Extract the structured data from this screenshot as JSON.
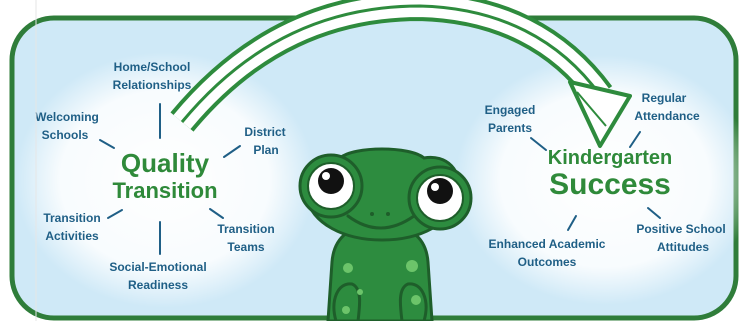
{
  "left_hub": {
    "title_line1": "Quality",
    "title_line2": "Transition",
    "items": [
      {
        "line1": "Home/School",
        "line2": "Relationships"
      },
      {
        "line1": "Welcoming",
        "line2": "Schools"
      },
      {
        "line1": "District",
        "line2": "Plan"
      },
      {
        "line1": "Transition",
        "line2": "Activities"
      },
      {
        "line1": "Transition",
        "line2": "Teams"
      },
      {
        "line1": "Social-Emotional",
        "line2": "Readiness"
      }
    ]
  },
  "right_hub": {
    "title_line1": "Kindergarten",
    "title_line2": "Success",
    "items": [
      {
        "line1": "Engaged",
        "line2": "Parents"
      },
      {
        "line1": "Regular",
        "line2": "Attendance"
      },
      {
        "line1": "Enhanced Academic",
        "line2": "Outcomes"
      },
      {
        "line1": "Positive School",
        "line2": "Attitudes"
      }
    ]
  },
  "mascot": "frog",
  "colors": {
    "panel_fill": "#cfe9f7",
    "panel_border": "#2f7d3a",
    "arrow_outline": "#2e8b3d",
    "label_text": "#1f5f86",
    "title_text": "#2f8a3a",
    "frog_body": "#2d8c3f",
    "frog_dark": "#1e5e2a"
  }
}
